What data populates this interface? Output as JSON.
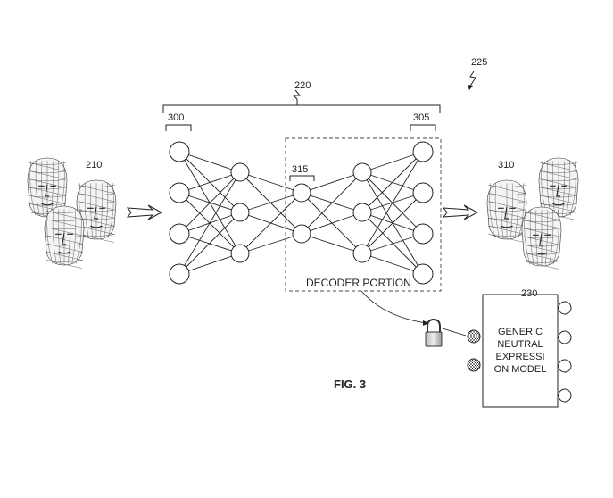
{
  "figure": {
    "title": "FIG. 3",
    "labels": {
      "ref_225": "225",
      "ref_220": "220",
      "ref_300": "300",
      "ref_305": "305",
      "ref_210": "210",
      "ref_310": "310",
      "ref_315": "315",
      "ref_230": "230"
    },
    "decoder_label": "DECODER PORTION",
    "model_box": {
      "lines": [
        "GENERIC",
        "NEUTRAL",
        "EXPRESSI",
        "ON MODEL"
      ]
    }
  }
}
